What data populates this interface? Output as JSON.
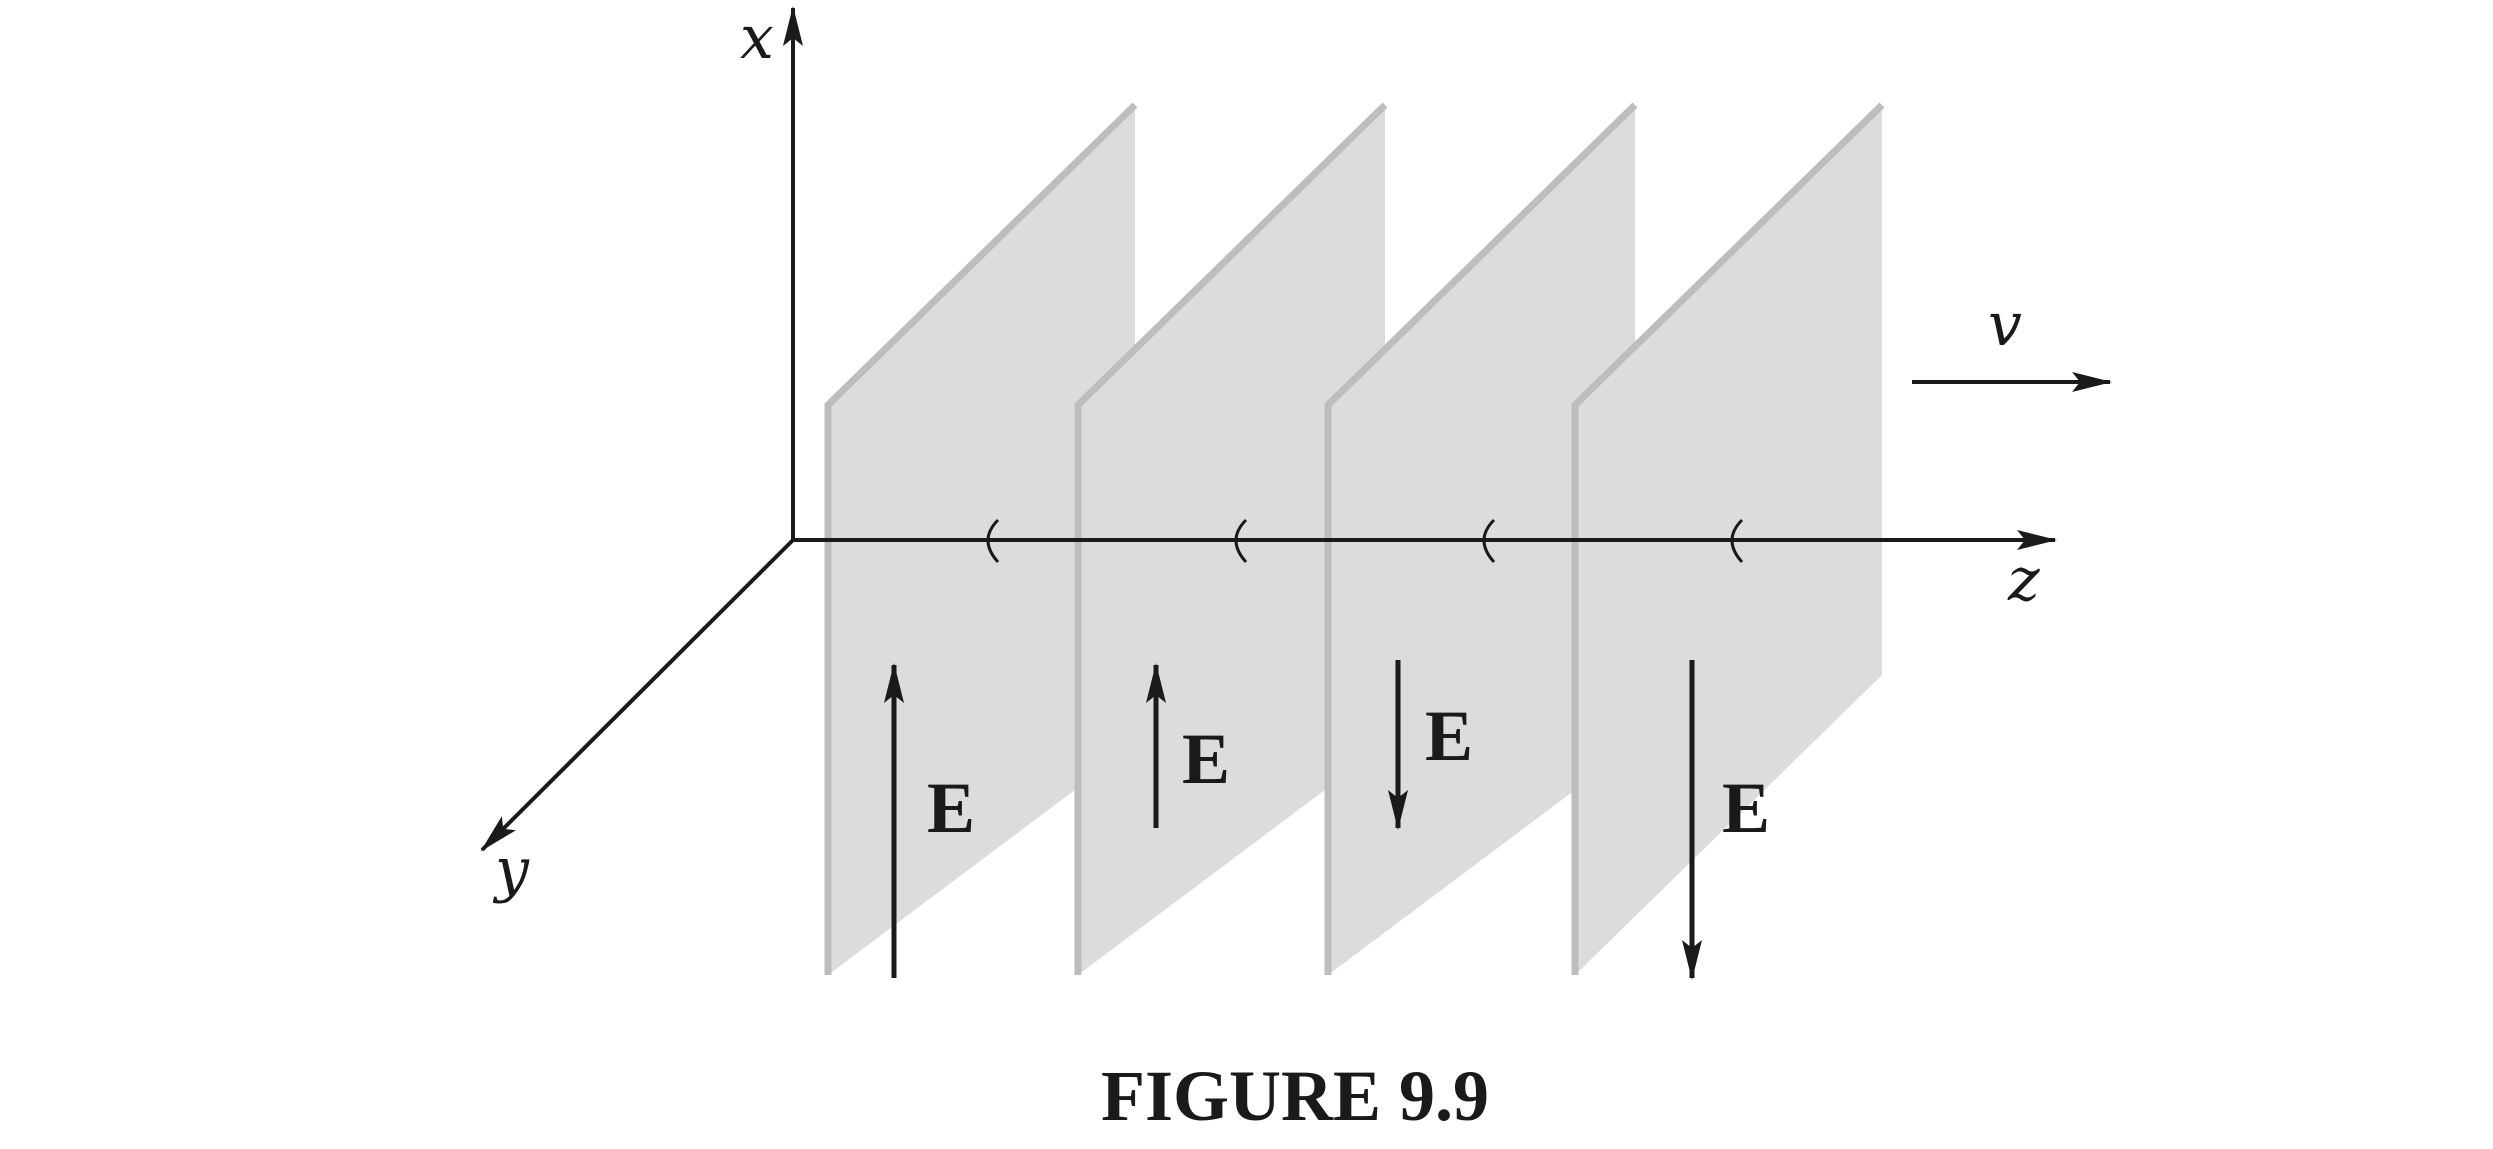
{
  "axes": {
    "x_label": "x",
    "y_label": "y",
    "z_label": "z"
  },
  "velocity_label": "v",
  "field_label": "E",
  "caption": "FIGURE 9.9",
  "colors": {
    "plane_fill": "#dcdcdc",
    "plane_edge": "#bdbdbd",
    "ink": "#1a1a1a"
  },
  "field_directions": [
    "up",
    "up",
    "down",
    "down"
  ]
}
